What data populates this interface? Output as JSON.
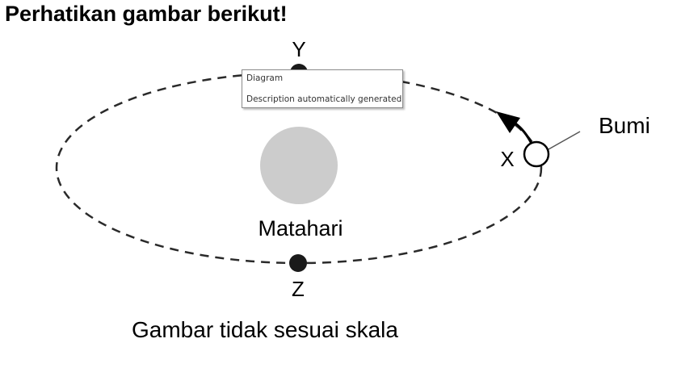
{
  "heading": "Perhatikan gambar berikut!",
  "labels": {
    "y": "Y",
    "x": "X",
    "z": "Z",
    "sun": "Matahari",
    "earth": "Bumi",
    "caption": "Gambar tidak sesuai skala"
  },
  "tooltip": {
    "title": "Diagram",
    "description": "Description automatically generated"
  },
  "colors": {
    "sun": "#cccccc",
    "orbit": "#2a2a2a",
    "planet_point": "#1a1a1a",
    "earth_fill": "#ffffff"
  }
}
